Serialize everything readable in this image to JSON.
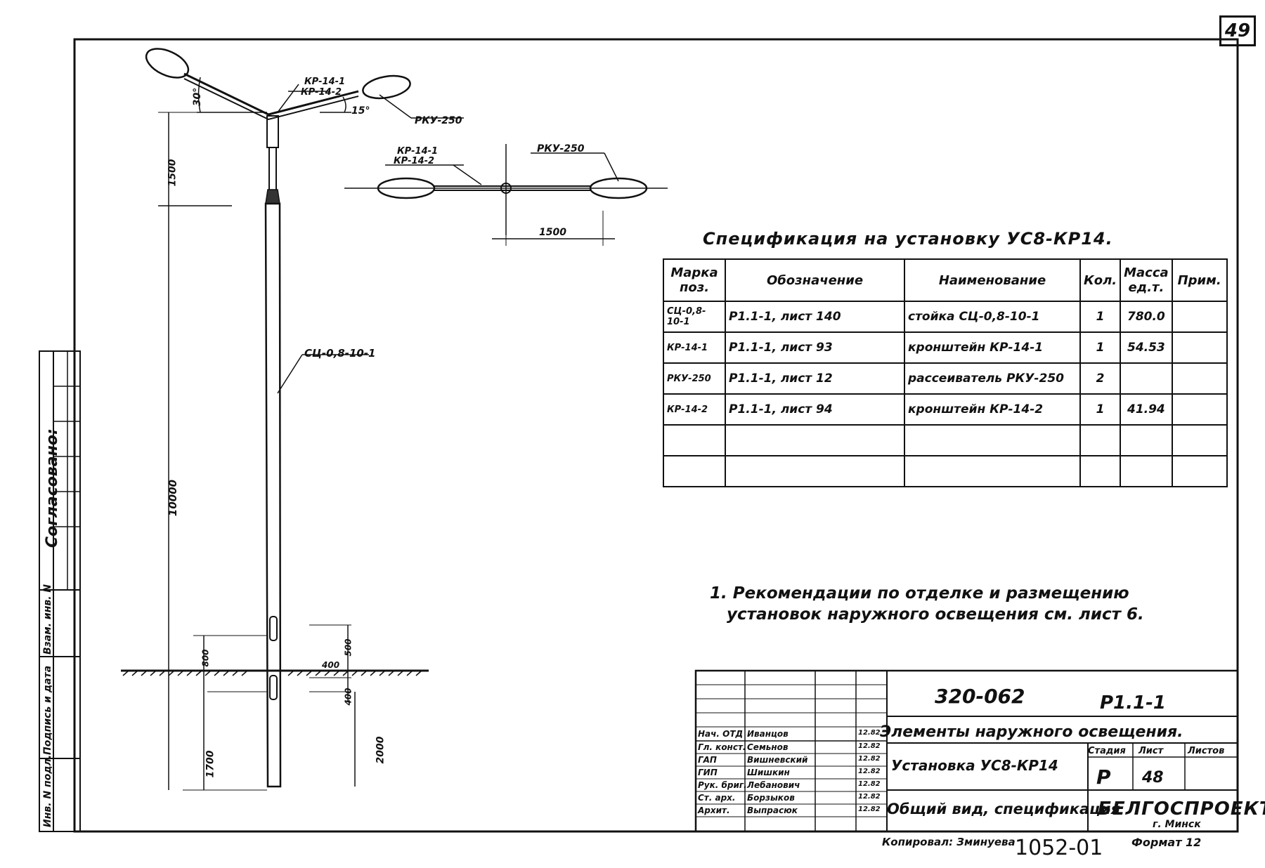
{
  "sheet_number": "49",
  "side_stamp": {
    "agreed": "Согласовано:",
    "cols": [
      "Инв. N подл.",
      "Подпись и дата",
      "Взам. инв. N"
    ]
  },
  "drawing_labels": {
    "bracket_top_1": "КР-14-1",
    "bracket_top_2": "КР-14-2",
    "angle_30": "30°",
    "angle_15": "15°",
    "luminaire_side": "РКУ-250",
    "plan_bracket_1": "КР-14-1",
    "plan_bracket_2": "КР-14-2",
    "plan_luminaire": "РКУ-250",
    "plan_dim": "1500",
    "dim_1500": "1500",
    "dim_10000": "10000",
    "pole_label": "СЦ-0,8-10-1",
    "dim_800": "800",
    "dim_500": "500",
    "dim_400a": "400",
    "dim_400b": "400",
    "dim_1700": "1700",
    "dim_2000": "2000"
  },
  "spec": {
    "title": "Спецификация на установку УС8-КР14.",
    "headers": [
      "Марка поз.",
      "Обозначение",
      "Наименование",
      "Кол.",
      "Масса ед.т.",
      "Прим."
    ],
    "rows": [
      [
        "СЦ-0,8-10-1",
        "Р1.1-1, лист 140",
        "стойка СЦ-0,8-10-1",
        "1",
        "780.0",
        ""
      ],
      [
        "КР-14-1",
        "Р1.1-1, лист 93",
        "кронштейн КР-14-1",
        "1",
        "54.53",
        ""
      ],
      [
        "РКУ-250",
        "Р1.1-1, лист 12",
        "рассеиватель РКУ-250",
        "2",
        "",
        ""
      ],
      [
        "КР-14-2",
        "Р1.1-1, лист 94",
        "кронштейн КР-14-2",
        "1",
        "41.94",
        ""
      ],
      [
        "",
        "",
        "",
        "",
        "",
        ""
      ],
      [
        "",
        "",
        "",
        "",
        "",
        ""
      ]
    ]
  },
  "note": "1. Рекомендации по отделке и размещению\n   установок наружного освещения см. лист 6.",
  "title_block": {
    "code": "320-062",
    "sheet_code": "Р1.1-1",
    "title": "Элементы наружного освещения.",
    "subtitle1": "Установка УС8-КР14",
    "subtitle2": "Общий вид, спецификация",
    "stage_header": "Стадия",
    "sheet_header": "Лист",
    "sheets_header": "Листов",
    "stage": "Р",
    "sheet": "48",
    "org": "БЕЛГОСПРОЕКТ",
    "city": "г. Минск",
    "copied": "Копировал: Зминуева",
    "format": "Формат 12",
    "inventory": "1052-01",
    "people": [
      {
        "role": "Нач. ОТД",
        "name": "Иванцов",
        "date": "12.82"
      },
      {
        "role": "Гл. конст.",
        "name": "Семьнов",
        "date": "12.82"
      },
      {
        "role": "ГАП",
        "name": "Вишневский",
        "date": "12.82"
      },
      {
        "role": "ГИП",
        "name": "Шишкин",
        "date": "12.82"
      },
      {
        "role": "Рук. бриг.",
        "name": "Лебанович",
        "date": "12.82"
      },
      {
        "role": "Ст. арх.",
        "name": "Борзыков",
        "date": "12.82"
      },
      {
        "role": "Архит.",
        "name": "Выпрасюк",
        "date": "12.82"
      }
    ]
  }
}
